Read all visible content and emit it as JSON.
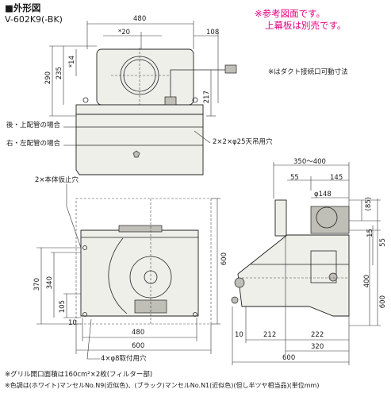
{
  "header": {
    "title": "■外形図",
    "model": "V-602K9(-BK)",
    "reference_note_1": "※参考図面です。",
    "reference_note_2": "上幕板は別売です。"
  },
  "notes": {
    "duct_note": "※はダクト接続口可動寸法",
    "rear_top_pipe": "後・上配管の場合",
    "right_left_pipe": "右・左配管の場合",
    "hanging_holes": "2×2×φ25天吊用穴",
    "temp_hole": "2×本体仮止穴",
    "mount_holes": "4×φ8取付用穴",
    "footnote_1": "※グリル開口面積は160cm²×2枚(フィルター部)",
    "footnote_2": "※色調は(ホワイト)マンセルNo.N9(近似色)、(ブラック)マンセルNo.N1(近似色)(但し半ツヤ相当品)(単位mm)"
  },
  "dimensions": {
    "top_width": "480",
    "duct_offset": "*20",
    "right_108": "108",
    "d290": "290",
    "d235": "235",
    "d14": "*14",
    "d217": "217",
    "d600_height": "600",
    "d370": "370",
    "d340": "340",
    "d105": "105",
    "d10": "10",
    "bottom_480": "480",
    "bottom_600": "600",
    "side_350_400": "350〜400",
    "side_55": "55",
    "side_145": "145",
    "side_phi148": "φ148",
    "side_85": "(85)",
    "side_15": "15",
    "side_55b": "55",
    "side_400": "400",
    "side_600": "600",
    "side_10": "10",
    "side_212": "212",
    "side_222": "222",
    "side_320": "320",
    "side_600_width": "600"
  }
}
